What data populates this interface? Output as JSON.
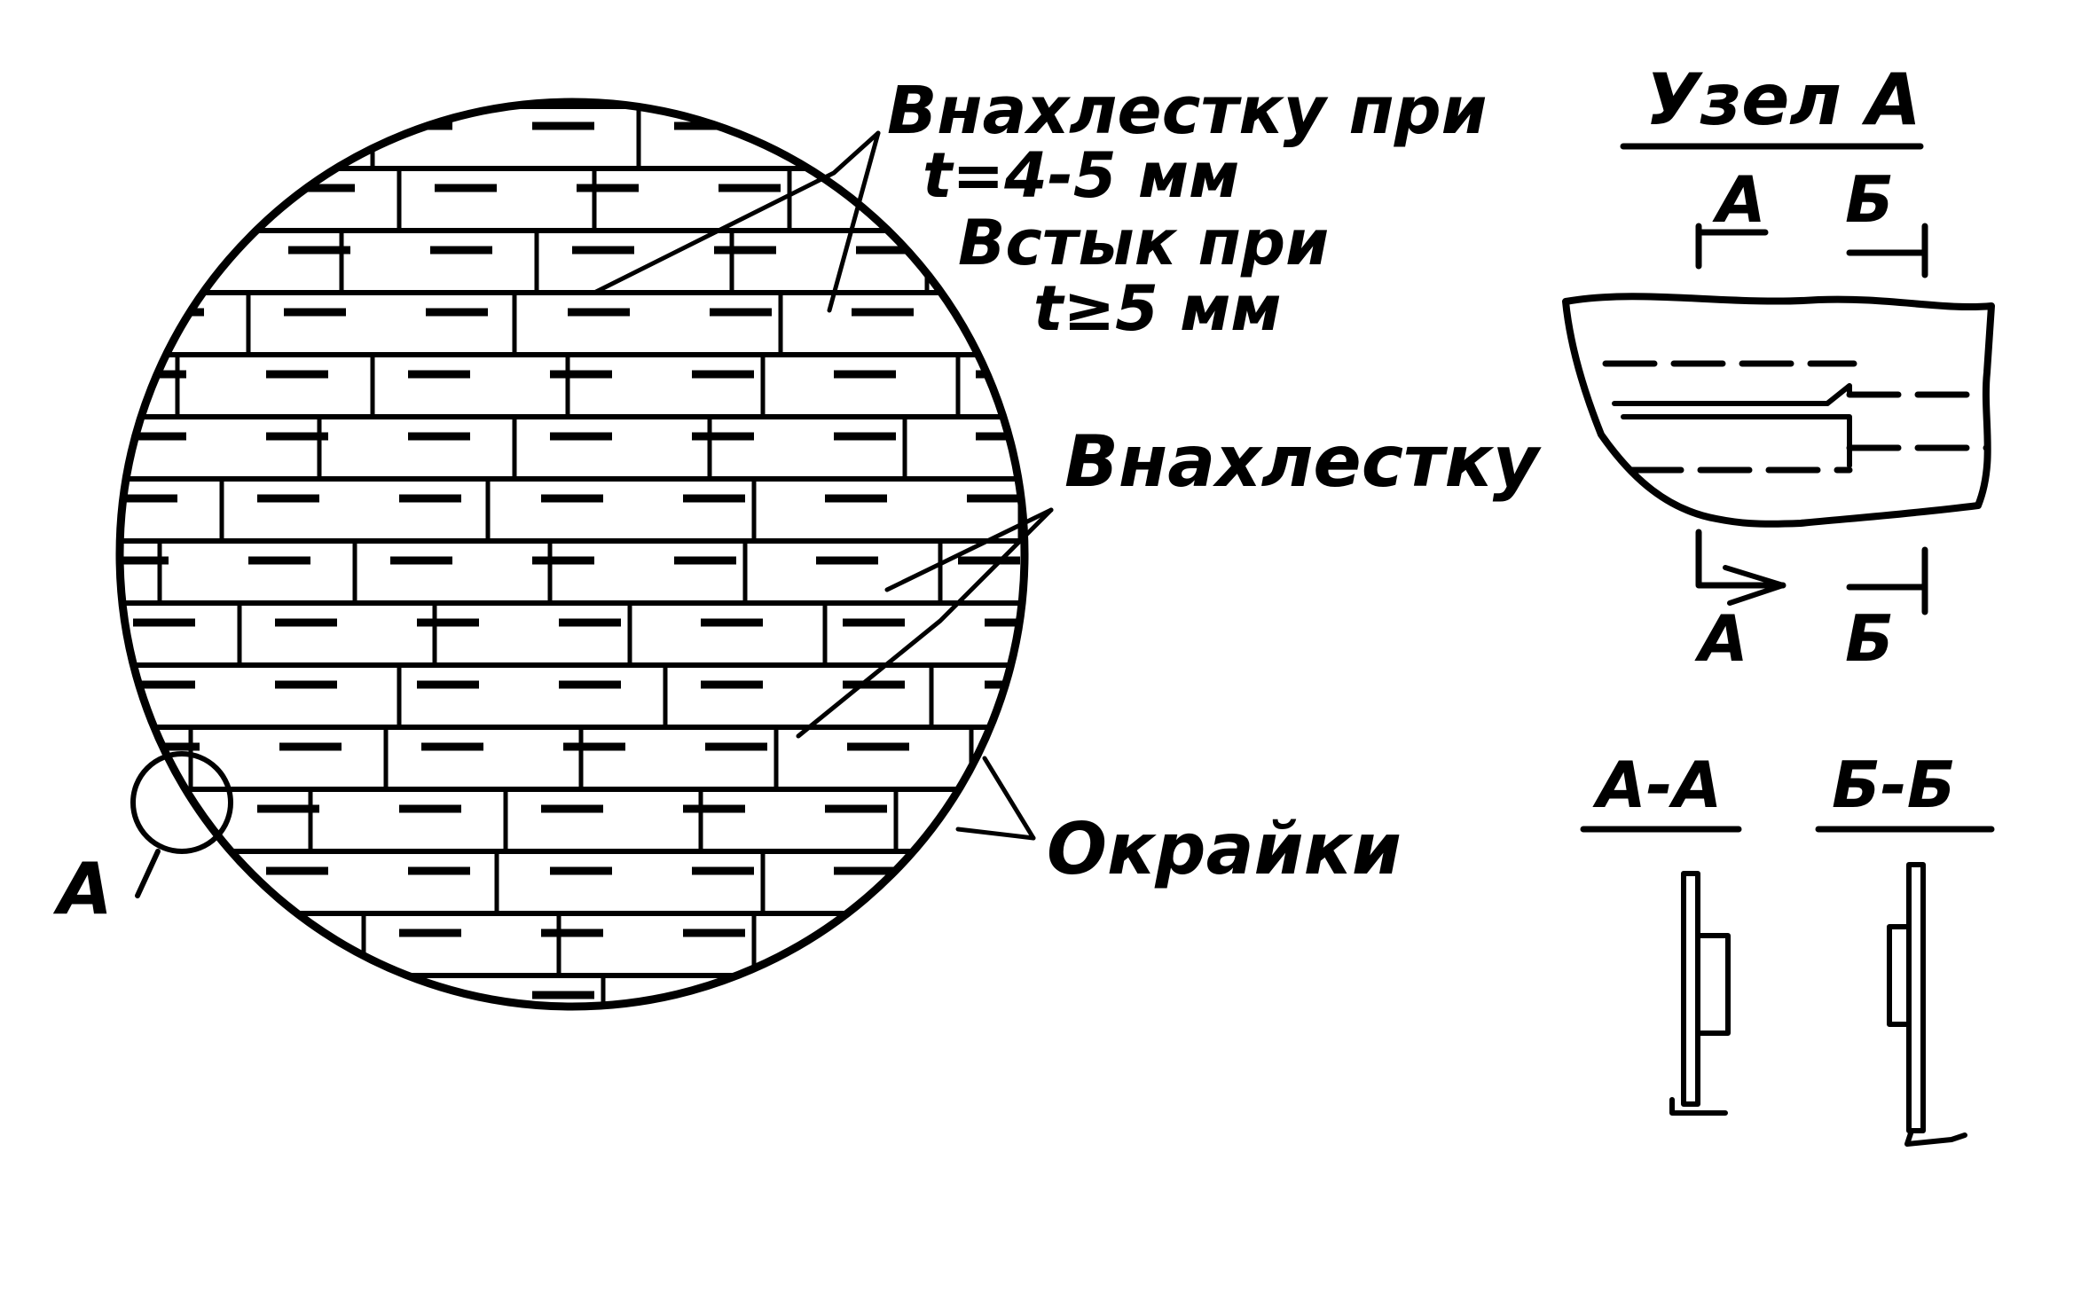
{
  "labels": {
    "overlap_thin_line1": "Внахлестку при",
    "overlap_thin_line2": "t=4-5 мм",
    "butt_line1": "Встык при",
    "butt_line2": "t≥5 мм",
    "overlap": "Внахлестку",
    "edges": "Окрайки",
    "node_marker": "A"
  },
  "detail": {
    "title": "Узел A",
    "cut_a_top": "A",
    "cut_b_top": "Б",
    "cut_a_bottom": "A",
    "cut_b_bottom": "Б",
    "section_aa": "A-A",
    "section_bb": "Б-Б"
  },
  "colors": {
    "ink": "#000000",
    "paper": "#ffffff"
  }
}
